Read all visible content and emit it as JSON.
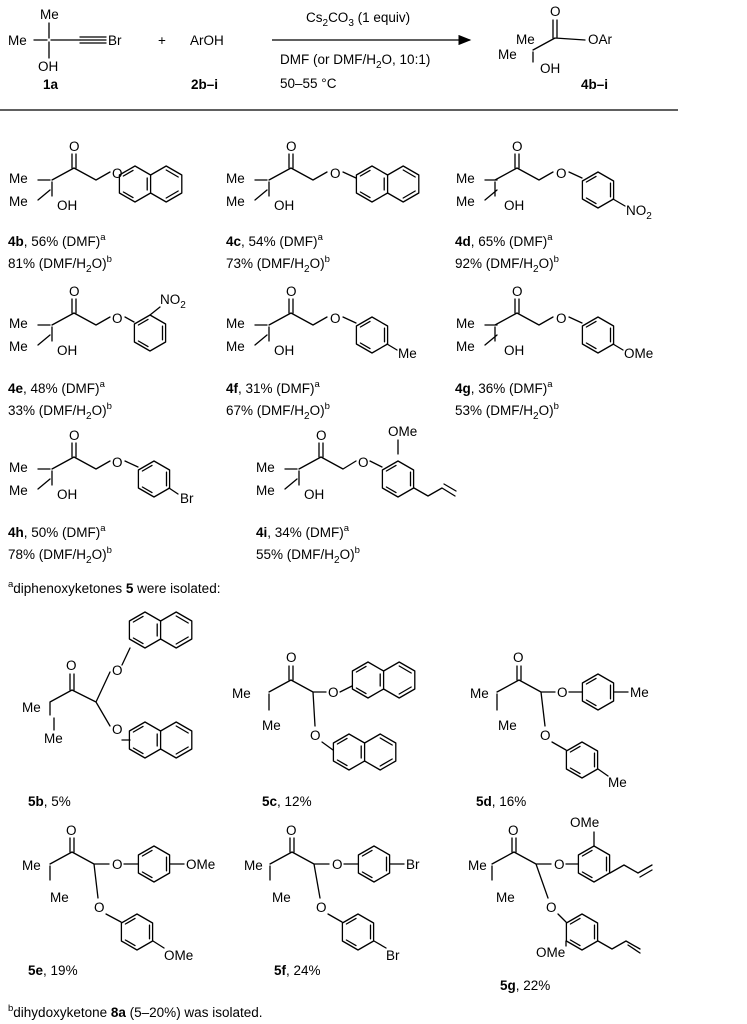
{
  "reaction": {
    "reagent_1_label": "1a",
    "plus": "+",
    "reagent_2": "ArOH",
    "reagent_2_label": "2b–i",
    "conditions": {
      "line1_cs": "Cs",
      "line1_sub2": "2",
      "line1_co": "CO",
      "line1_sub3": "3",
      "line1_rest": " (1 equiv)",
      "line2": "DMF (or DMF/H",
      "line2_sub": "2",
      "line2_end": "O, 10:1)",
      "line3": "50–55 °C"
    },
    "product_label": "4b–i",
    "atoms": {
      "me": "Me",
      "oh": "OH",
      "br": "Br",
      "o": "O",
      "oar": "OAr",
      "no2": "NO",
      "no2_sub": "2",
      "ome": "OMe"
    }
  },
  "products": [
    {
      "id": "4b",
      "y1": "56% (DMF)",
      "y2": "81% (DMF/H",
      "y2end": "O)"
    },
    {
      "id": "4c",
      "y1": "54% (DMF)",
      "y2": "73% (DMF/H",
      "y2end": "O)"
    },
    {
      "id": "4d",
      "y1": "65% (DMF)",
      "y2": "92% (DMF/H",
      "y2end": "O)"
    },
    {
      "id": "4e",
      "y1": "48% (DMF)",
      "y2": "33% (DMF/H",
      "y2end": "O)"
    },
    {
      "id": "4f",
      "y1": "31% (DMF)",
      "y2": "67% (DMF/H",
      "y2end": "O)"
    },
    {
      "id": "4g",
      "y1": "36% (DMF)",
      "y2": "53% (DMF/H",
      "y2end": "O)"
    },
    {
      "id": "4h",
      "y1": "50% (DMF)",
      "y2": "78% (DMF/H",
      "y2end": "O)"
    },
    {
      "id": "4i",
      "y1": "34% (DMF)",
      "y2": "55% (DMF/H",
      "y2end": "O)"
    }
  ],
  "note_a": {
    "mark": "a",
    "text": "diphenoxyketones ",
    "bold": "5",
    "end": " were isolated:"
  },
  "diphenoxy": [
    {
      "id": "5b",
      "y": "5%"
    },
    {
      "id": "5c",
      "y": "12%"
    },
    {
      "id": "5d",
      "y": "16%"
    },
    {
      "id": "5e",
      "y": "19%"
    },
    {
      "id": "5f",
      "y": "24%"
    },
    {
      "id": "5g",
      "y": "22%"
    }
  ],
  "note_b": {
    "mark": "b",
    "text": "dihydoxyketone ",
    "bold": "8a",
    "end": " (5–20%) was isolated."
  },
  "marks": {
    "a": "a",
    "b": "b"
  }
}
